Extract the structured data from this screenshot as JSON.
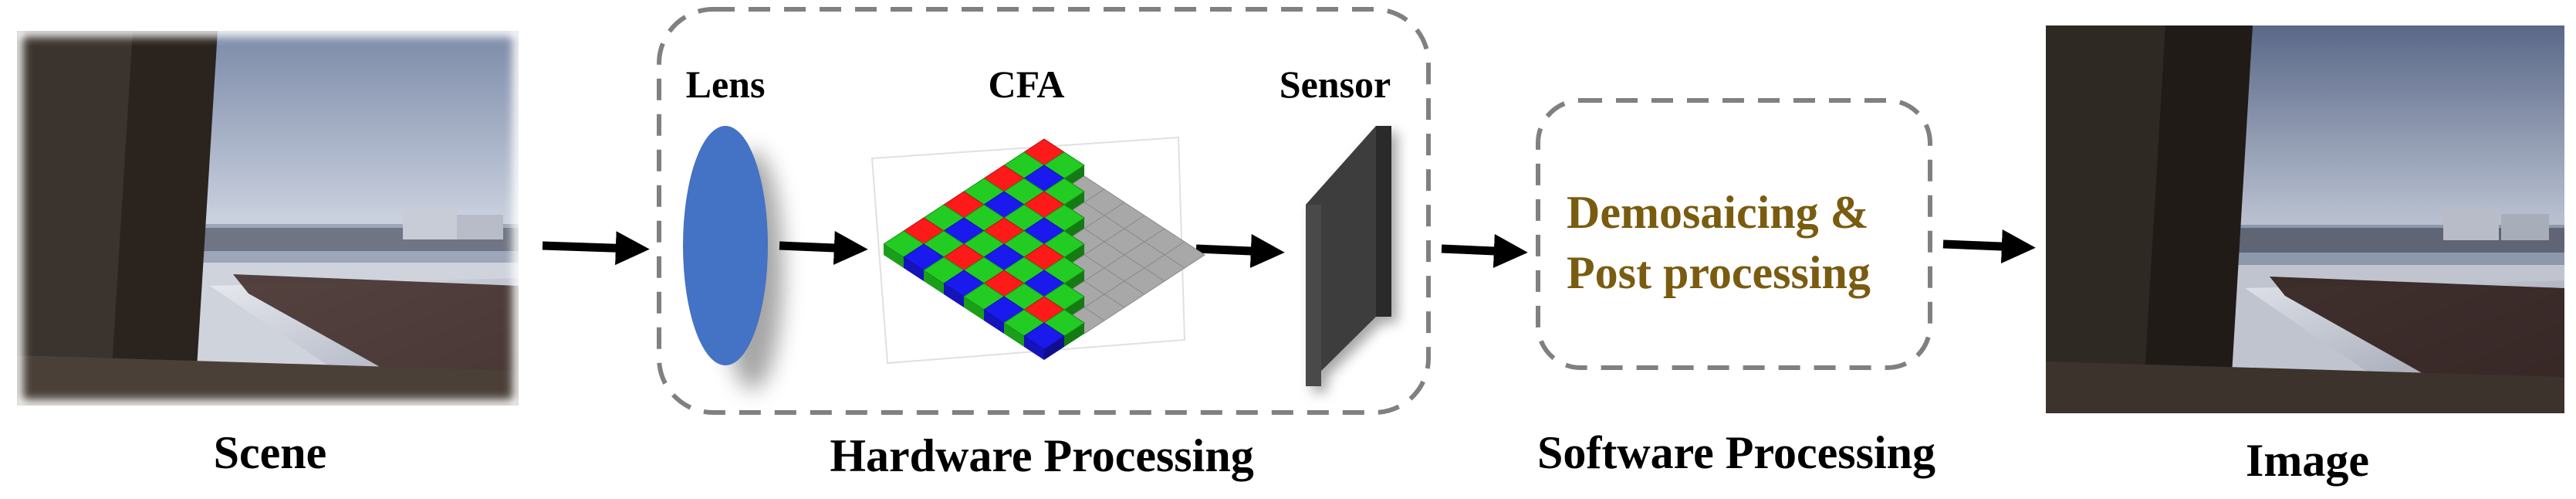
{
  "scene": {
    "label": "Scene"
  },
  "hardware": {
    "label": "Hardware Processing",
    "lens_label": "Lens",
    "cfa_label": "CFA",
    "sensor_label": "Sensor"
  },
  "software": {
    "label": "Software Processing",
    "line1": "Demosaicing &",
    "line2": "Post processing"
  },
  "output": {
    "label": "Image"
  },
  "colors": {
    "lens": "#4472c4",
    "cfa_red": "#ff1a1a",
    "cfa_green": "#22cc22",
    "cfa_blue": "#1a1aee",
    "sensor": "#3c3c3c",
    "software_text": "#7a5c10",
    "dashed_border": "#808080"
  }
}
